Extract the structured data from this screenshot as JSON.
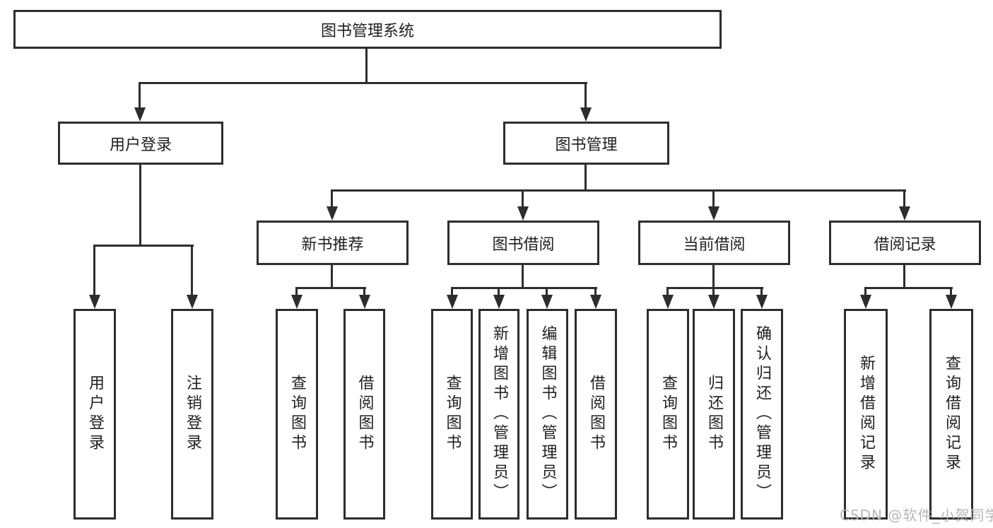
{
  "colors": {
    "line": "#2d2d2d",
    "text": "#1f1f1f",
    "watermark": "#b7b7b7",
    "background": "#ffffff"
  },
  "watermark": {
    "text": "CSDN @软件_小贺同学"
  },
  "tree": {
    "root": {
      "label": "图书管理系统"
    },
    "branches": [
      {
        "label": "用户登录",
        "children": [
          {
            "label": "用户登录"
          },
          {
            "label": "注销登录"
          }
        ]
      },
      {
        "label": "图书管理",
        "children": [
          {
            "label": "新书推荐",
            "children": [
              {
                "label": "查询图书"
              },
              {
                "label": "借阅图书"
              }
            ]
          },
          {
            "label": "图书借阅",
            "children": [
              {
                "label": "查询图书"
              },
              {
                "label": "新增图书（管理员）"
              },
              {
                "label": "编辑图书（管理员）"
              },
              {
                "label": "借阅图书"
              }
            ]
          },
          {
            "label": "当前借阅",
            "children": [
              {
                "label": "查询图书"
              },
              {
                "label": "归还图书"
              },
              {
                "label": "确认归还（管理员）"
              }
            ]
          },
          {
            "label": "借阅记录",
            "children": [
              {
                "label": "新增借阅记录"
              },
              {
                "label": "查询借阅记录"
              }
            ]
          }
        ]
      }
    ]
  }
}
